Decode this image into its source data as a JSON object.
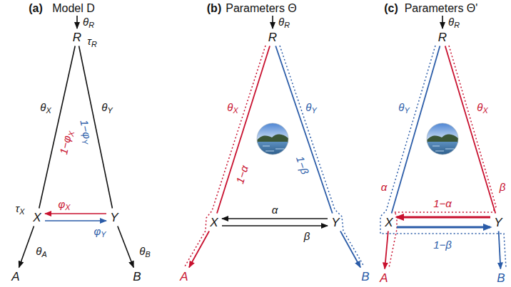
{
  "diagram": {
    "nodes": [
      {
        "text": [
          "R"
        ]
      },
      {
        "text": [
          "X"
        ]
      },
      {
        "text": [
          "Y"
        ]
      },
      {
        "text": [
          "A"
        ]
      },
      {
        "text": [
          "B"
        ]
      },
      {
        "text": [
          "R"
        ]
      },
      {
        "text": [
          "X"
        ]
      },
      {
        "text": [
          "Y"
        ]
      },
      {
        "text": [
          "A"
        ]
      },
      {
        "text": [
          "B"
        ]
      },
      {
        "text": [
          "R"
        ]
      },
      {
        "text": [
          "X"
        ]
      },
      {
        "text": [
          "Y"
        ]
      },
      {
        "text": [
          "A"
        ]
      },
      {
        "text": [
          "B"
        ]
      }
    ],
    "edges": [
      {
        "from": 0,
        "to": 1,
        "arrow": "none",
        "label": "θX"
      },
      {
        "from": 0,
        "to": 2,
        "arrow": "none",
        "label": "θY"
      },
      {
        "from": 1,
        "to": 3,
        "arrow": "to",
        "label": "θA"
      },
      {
        "from": 2,
        "to": 4,
        "arrow": "to",
        "label": "θB"
      },
      {
        "from": 2,
        "to": 1,
        "arrow": "to",
        "label": "φX"
      },
      {
        "from": 1,
        "to": 2,
        "arrow": "to",
        "label": "φY"
      },
      {
        "from": 5,
        "to": 6,
        "arrow": "none"
      },
      {
        "from": 5,
        "to": 7,
        "arrow": "none"
      },
      {
        "from": 6,
        "to": 8,
        "arrow": "to"
      },
      {
        "from": 7,
        "to": 9,
        "arrow": "to"
      },
      {
        "from": 7,
        "to": 6,
        "arrow": "to",
        "label": "α"
      },
      {
        "from": 6,
        "to": 7,
        "arrow": "to",
        "label": "β"
      },
      {
        "from": 10,
        "to": 11,
        "arrow": "none"
      },
      {
        "from": 10,
        "to": 12,
        "arrow": "none"
      },
      {
        "from": 11,
        "to": 13,
        "arrow": "to"
      },
      {
        "from": 12,
        "to": 14,
        "arrow": "to"
      },
      {
        "from": 12,
        "to": 11,
        "arrow": "to",
        "label": "1−α"
      },
      {
        "from": 11,
        "to": 12,
        "arrow": "to",
        "label": "1−β"
      }
    ],
    "labels": [
      "(a)",
      "Model D",
      "θR",
      "τR",
      "1−φX",
      "1−φY",
      "τX",
      "(b)",
      "Parameters Θ",
      "θR",
      "θX",
      "θY",
      "1−α",
      "1−β",
      "(c)",
      "Parameters Θ'",
      "θR",
      "θY",
      "θX",
      "α",
      "β"
    ]
  }
}
